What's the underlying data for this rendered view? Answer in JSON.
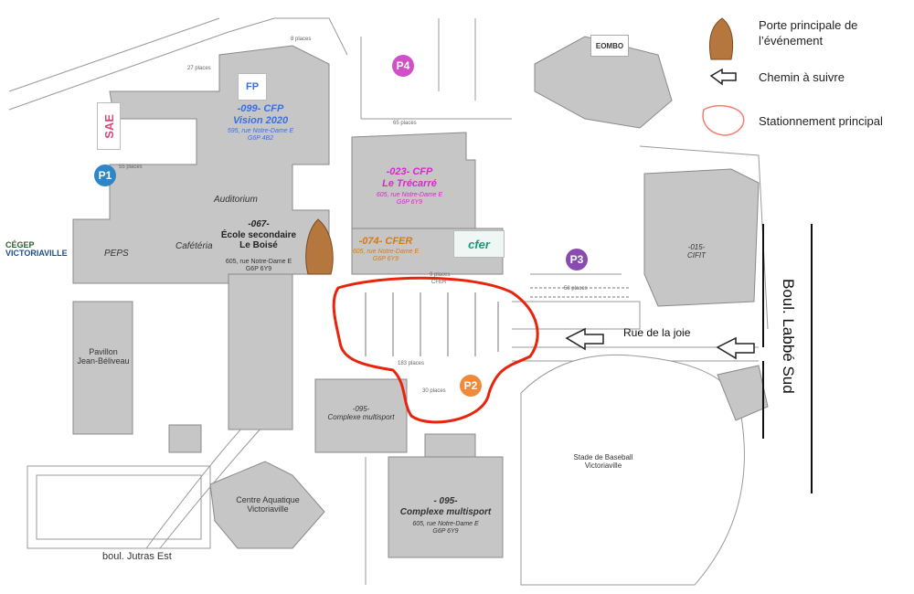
{
  "legend": {
    "main_entrance": "Porte principale de l’événement",
    "path": "Chemin à suivre",
    "main_parking": "Stationnement principal"
  },
  "colors": {
    "building": "#c6c6c6",
    "building_stroke": "#8a8a8a",
    "parking_outline": "#e8240c",
    "p1": "#2d86c7",
    "p2": "#f08a3a",
    "p3": "#8a4bb0",
    "p4": "#d050c8",
    "cfp_vision": "#3a6fe0",
    "cfp_trecarre": "#d629c9",
    "cfer": "#d47a17"
  },
  "parkings": {
    "p1": "P1",
    "p2": "P2",
    "p3": "P3",
    "p4": "P4"
  },
  "places": {
    "a": "8 places",
    "b": "27 places",
    "c": "65 places",
    "d": "55 places",
    "e": "9 places",
    "f": "CFER",
    "g": "58 places",
    "h": "183 places",
    "i": "30 places"
  },
  "buildings": {
    "cfp_vision": {
      "num": "-099- CFP",
      "name": "Vision 2020",
      "addr": "595, rue Notre-Dame E",
      "postal": "G6P 4B2"
    },
    "cfp_trecarre": {
      "num": "-023- CFP",
      "name": "Le Trécarré",
      "addr": "605, rue Notre-Dame E",
      "postal": "G6P 6Y9"
    },
    "cfer": {
      "num": "-074-",
      "name": "CFER",
      "addr": "605, rue Notre-Dame E",
      "postal": "G6P 6Y9"
    },
    "boise": {
      "num": "-067-",
      "name1": "École secondaire",
      "name2": "Le Boisé",
      "addr": "605, rue Notre-Dame E",
      "postal": "G6P 6Y9"
    },
    "complexe_small": {
      "num": "-095-",
      "name": "Complexe multisport"
    },
    "complexe_big": {
      "num": "- 095-",
      "name": "Complexe multisport",
      "addr": "605, rue Notre-Dame E",
      "postal": "G6P 6Y9"
    },
    "cifit": {
      "num": "-015-",
      "name": "CIFIT"
    },
    "auditorium": "Auditorium",
    "peps": "PEPS",
    "cafeteria": "Cafétéria",
    "pavillon": {
      "l1": "Pavillon",
      "l2": "Jean-Béliveau"
    },
    "aquatique": {
      "l1": "Centre Aquatique",
      "l2": "Victoriaville"
    },
    "baseball": {
      "l1": "Stade de Baseball",
      "l2": "Victoriaville"
    }
  },
  "logos": {
    "sae": "SAE",
    "fp": "FP",
    "cfer": "cfer",
    "cegep_1": "CÉGEP",
    "cegep_2": "VICTORIAVILLE",
    "eombo": "EOMBO"
  },
  "streets": {
    "rue_joie": "Rue de la joie",
    "labbe": "Boul. Labbé Sud",
    "jutras": "boul. Jutras Est"
  }
}
